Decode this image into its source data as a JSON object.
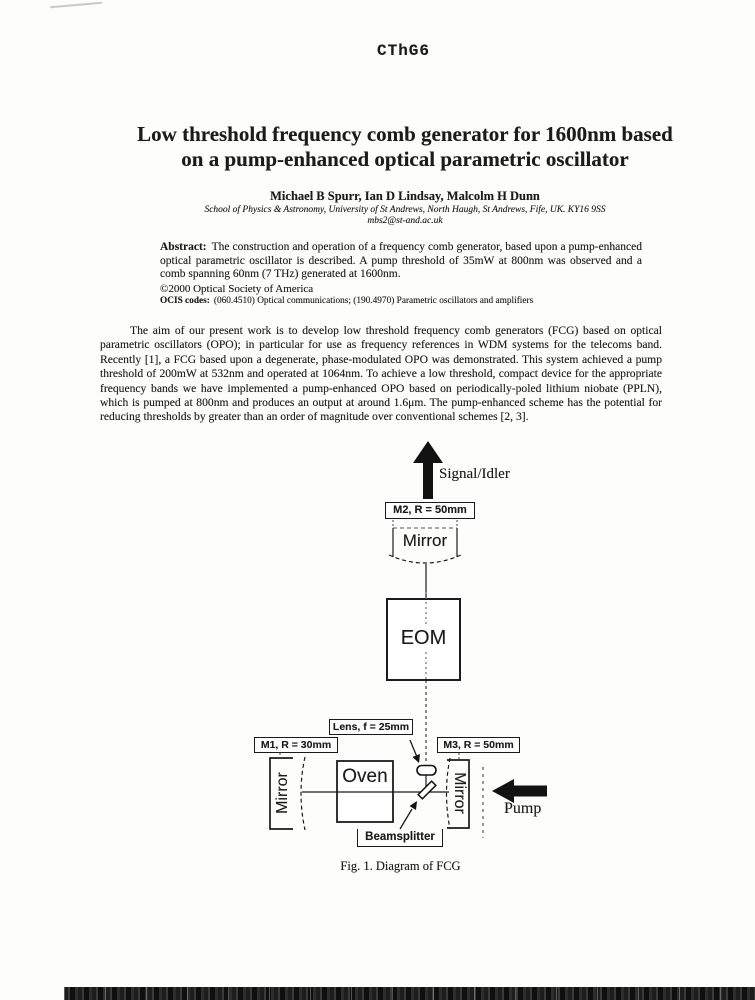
{
  "colors": {
    "ink": "#1b1b1b",
    "paper": "#fdfdfc"
  },
  "page": {
    "header_code": "CThG6",
    "title_line1": "Low threshold frequency comb generator for 1600nm based",
    "title_line2": "on a pump-enhanced optical parametric oscillator",
    "authors": "Michael B Spurr, Ian D Lindsay, Malcolm H Dunn",
    "affiliation": "School of Physics & Astronomy, University of St Andrews, North Haugh, St Andrews, Fife, UK. KY16 9SS",
    "email": "mbs2@st-and.ac.uk"
  },
  "abstract": {
    "label": "Abstract:",
    "text": "The construction and operation of a frequency comb generator, based upon a pump-enhanced optical parametric oscillator is described. A pump threshold of 35mW at 800nm was observed and a comb spanning 60nm (7 THz) generated at 1600nm.",
    "copyright": "©2000 Optical Society of America",
    "ocis_label": "OCIS codes:",
    "ocis_text": "(060.4510) Optical communications; (190.4970) Parametric oscillators and amplifiers"
  },
  "body": {
    "paragraph": "The aim of our present work is to develop low threshold frequency comb generators (FCG) based on optical parametric oscillators (OPO); in particular for use as frequency references in WDM systems for the telecoms band. Recently [1], a FCG based upon a degenerate, phase-modulated OPO was demonstrated. This system achieved a pump threshold of 200mW at 532nm and operated at 1064nm. To achieve a low threshold, compact device for the appropriate frequency bands we have implemented a pump-enhanced OPO based on periodically-poled lithium niobate (PPLN), which is pumped at 800nm and produces an output at around 1.6μm. The pump-enhanced scheme has the potential for reducing thresholds by greater than an order of magnitude over conventional schemes [2, 3]."
  },
  "figure": {
    "signal_idler_label": "Signal/Idler",
    "m2_label": "M2, R = 50mm",
    "mirror_top_label": "Mirror",
    "eom_label": "EOM",
    "lens_label": "Lens, f = 25mm",
    "m1_label": "M1, R = 30mm",
    "m3_label": "M3, R = 50mm",
    "mirror_left_label": "Mirror",
    "oven_label": "Oven",
    "mirror_right_label": "Mirror",
    "pump_label": "Pump",
    "beamsplitter_label": "Beamsplitter",
    "caption": "Fig. 1. Diagram of FCG"
  }
}
